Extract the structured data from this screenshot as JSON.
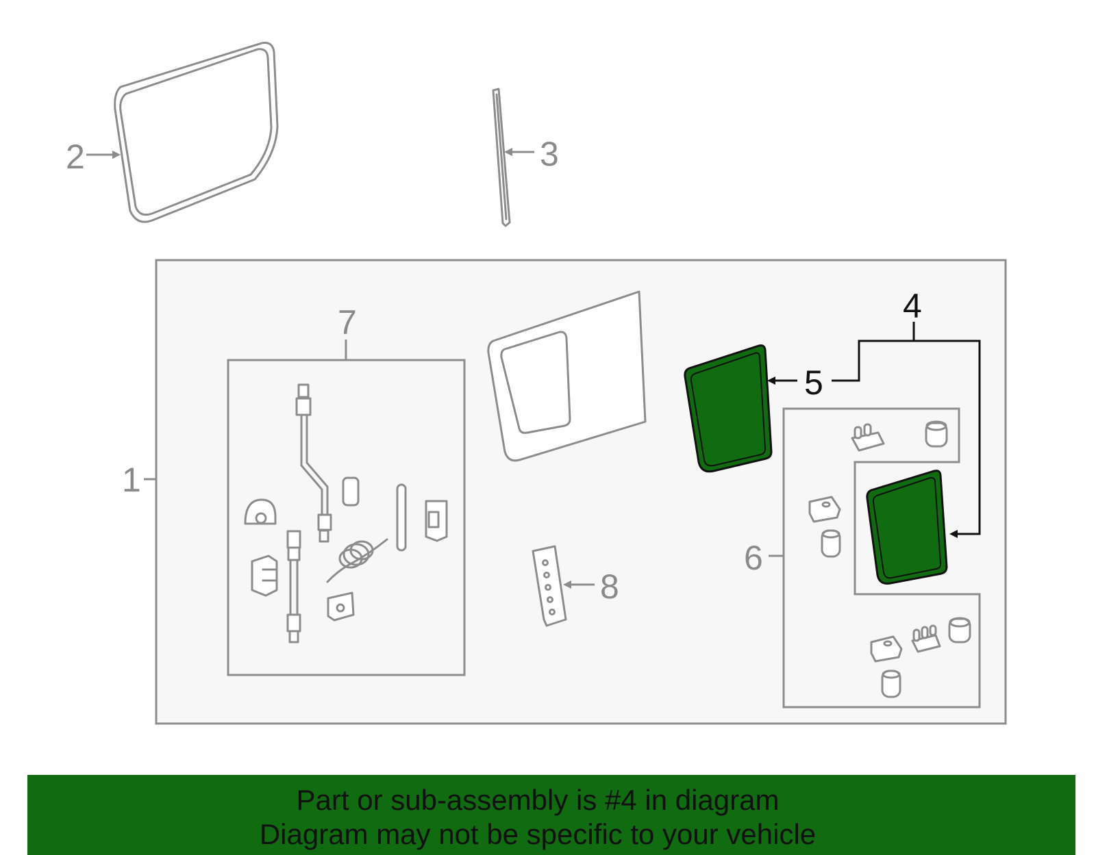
{
  "colors": {
    "highlight": "#116b10",
    "line": "#8c8c8c",
    "panel": "#f7f7f7",
    "active_line": "#111111"
  },
  "callouts": {
    "c1": "1",
    "c2": "2",
    "c3": "3",
    "c4": "4",
    "c5": "5",
    "c6": "6",
    "c7": "7",
    "c8": "8"
  },
  "banner": {
    "line1": "Part or sub-assembly is #4 in diagram",
    "line2": "Diagram may not be specific to your vehicle"
  }
}
